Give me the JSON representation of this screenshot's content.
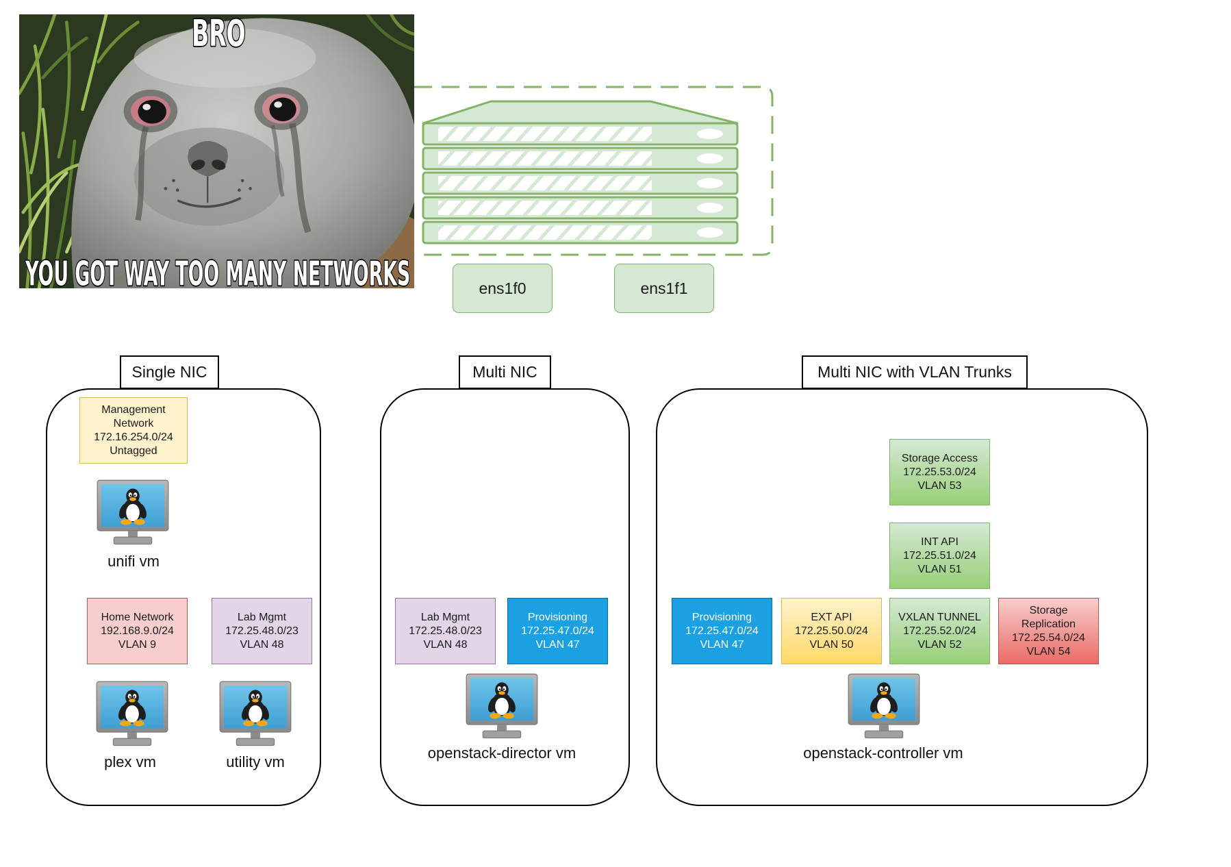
{
  "meme": {
    "top_text": "BRO",
    "bottom_text": "YOU GOT WAY TOO MANY NETWORKS"
  },
  "server": {
    "nics": [
      "ens1f0",
      "ens1f1"
    ],
    "accent": "#82b366"
  },
  "sections": [
    {
      "title": "Single NIC",
      "networks": [
        {
          "name": "Management Network",
          "subnet": "172.16.254.0/24",
          "vlan": "Untagged",
          "colors": {
            "fill": [
              "#fff2cc"
            ],
            "border": "#d6b656"
          }
        },
        {
          "name": "Home Network",
          "subnet": "192.168.9.0/24",
          "vlan": "VLAN 9",
          "colors": {
            "fill": [
              "#f8cecc"
            ],
            "border": "#b85450"
          }
        },
        {
          "name": "Lab Mgmt",
          "subnet": "172.25.48.0/23",
          "vlan": "VLAN 48",
          "colors": {
            "fill": [
              "#e1d5e7"
            ],
            "border": "#9673a6"
          }
        }
      ],
      "vms": [
        "unifi vm",
        "plex vm",
        "utility vm"
      ]
    },
    {
      "title": "Multi NIC",
      "networks": [
        {
          "name": "Lab Mgmt",
          "subnet": "172.25.48.0/23",
          "vlan": "VLAN 48",
          "colors": {
            "fill": [
              "#e1d5e7"
            ],
            "border": "#9673a6"
          }
        },
        {
          "name": "Provisioning",
          "subnet": "172.25.47.0/24",
          "vlan": "VLAN 47",
          "colors": {
            "fill": [
              "#1ba1e2"
            ],
            "border": "#006eaf",
            "text": "#ffffff"
          }
        }
      ],
      "vms": [
        "openstack-director vm"
      ]
    },
    {
      "title": "Multi NIC with VLAN Trunks",
      "networks": [
        {
          "name": "Storage Access",
          "subnet": "172.25.53.0/24",
          "vlan": "VLAN 53",
          "colors": {
            "fill": [
              "#d5e8d4",
              "#97d077"
            ],
            "border": "#82b366"
          }
        },
        {
          "name": "INT API",
          "subnet": "172.25.51.0/24",
          "vlan": "VLAN 51",
          "colors": {
            "fill": [
              "#d5e8d4",
              "#97d077"
            ],
            "border": "#82b366"
          }
        },
        {
          "name": "Provisioning",
          "subnet": "172.25.47.0/24",
          "vlan": "VLAN 47",
          "colors": {
            "fill": [
              "#1ba1e2"
            ],
            "border": "#006eaf",
            "text": "#ffffff"
          }
        },
        {
          "name": "EXT API",
          "subnet": "172.25.50.0/24",
          "vlan": "VLAN 50",
          "colors": {
            "fill": [
              "#fff2cc",
              "#ffd966"
            ],
            "border": "#d6b656"
          }
        },
        {
          "name": "VXLAN TUNNEL",
          "subnet": "172.25.52.0/24",
          "vlan": "VLAN 52",
          "colors": {
            "fill": [
              "#d5e8d4",
              "#97d077"
            ],
            "border": "#82b366"
          }
        },
        {
          "name": "Storage Replication",
          "subnet": "172.25.54.0/24",
          "vlan": "VLAN 54",
          "colors": {
            "fill": [
              "#f8cecc",
              "#ea6b66"
            ],
            "border": "#b85450"
          }
        }
      ],
      "vms": [
        "openstack-controller vm"
      ]
    }
  ]
}
